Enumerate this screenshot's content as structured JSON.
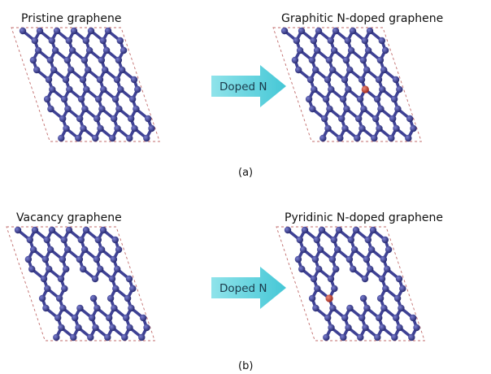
{
  "panels": [
    {
      "title": "Pristine graphene",
      "type": "pristine"
    },
    {
      "title": "Graphitic N-doped graphene",
      "type": "graphitic"
    },
    {
      "title": "Vacancy graphene",
      "type": "vacancy"
    },
    {
      "title": "Pyridinic N-doped graphene",
      "type": "pyridinic"
    }
  ],
  "arrows": [
    {
      "label": "Doped N"
    },
    {
      "label": "Doped N"
    }
  ],
  "captions": [
    "(a)",
    "(b)"
  ],
  "colors": {
    "carbon": "#2d2f7e",
    "bond": "#3e4194",
    "nitrogen": "#c0392b",
    "cell": "#c06a6a",
    "arrow": "#5fd0dc"
  }
}
